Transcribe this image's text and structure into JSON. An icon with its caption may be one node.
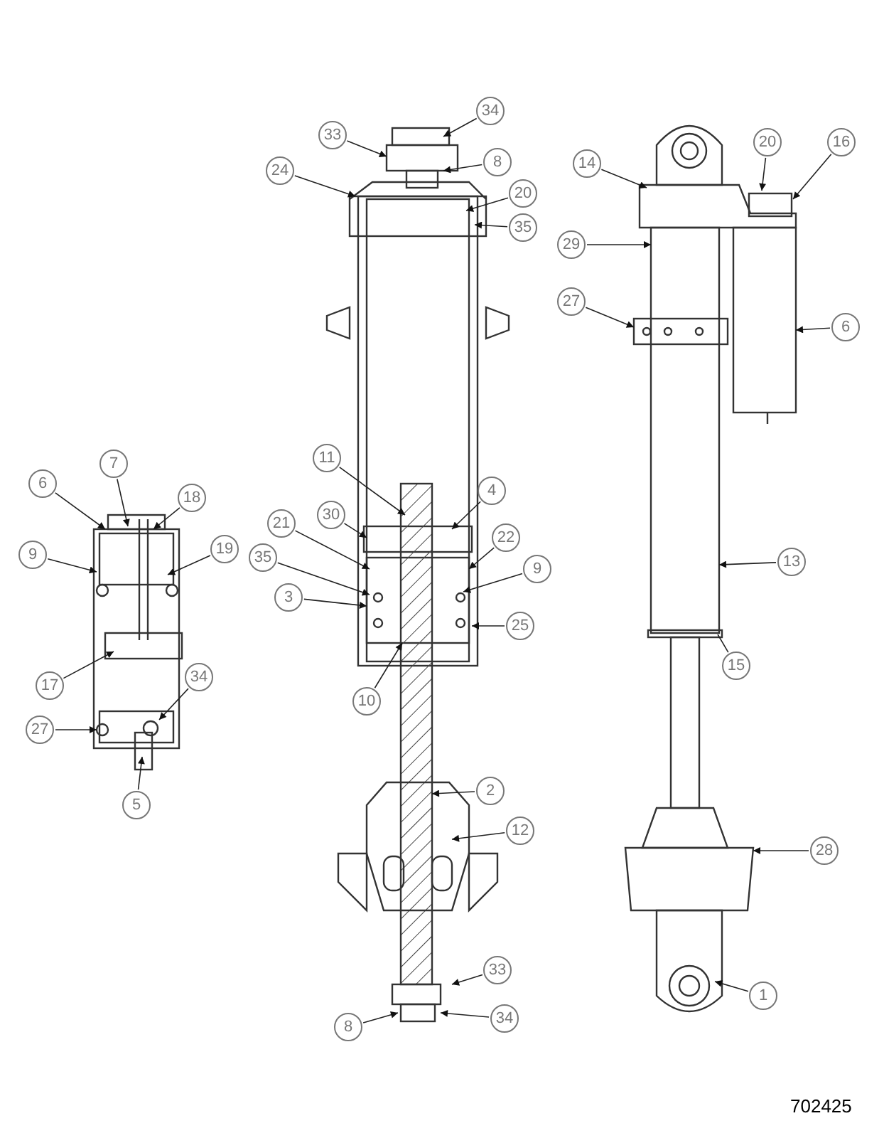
{
  "diagram": {
    "nodes": [
      {
        "text": [
          "33"
        ]
      },
      {
        "text": [
          "34"
        ]
      },
      {
        "text": [
          "24"
        ]
      },
      {
        "text": [
          "8"
        ]
      },
      {
        "text": [
          "20"
        ]
      },
      {
        "text": [
          "35"
        ]
      },
      {
        "text": [
          "14"
        ]
      },
      {
        "text": [
          "20"
        ]
      },
      {
        "text": [
          "16"
        ]
      },
      {
        "text": [
          "29"
        ]
      },
      {
        "text": [
          "27"
        ]
      },
      {
        "text": [
          "6"
        ]
      },
      {
        "text": [
          "6"
        ]
      },
      {
        "text": [
          "7"
        ]
      },
      {
        "text": [
          "18"
        ]
      },
      {
        "text": [
          "9"
        ]
      },
      {
        "text": [
          "19"
        ]
      },
      {
        "text": [
          "11"
        ]
      },
      {
        "text": [
          "4"
        ]
      },
      {
        "text": [
          "30"
        ]
      },
      {
        "text": [
          "21"
        ]
      },
      {
        "text": [
          "22"
        ]
      },
      {
        "text": [
          "35"
        ]
      },
      {
        "text": [
          "3"
        ]
      },
      {
        "text": [
          "9"
        ]
      },
      {
        "text": [
          "25"
        ]
      },
      {
        "text": [
          "13"
        ]
      },
      {
        "text": [
          "15"
        ]
      },
      {
        "text": [
          "17"
        ]
      },
      {
        "text": [
          "34"
        ]
      },
      {
        "text": [
          "10"
        ]
      },
      {
        "text": [
          "27"
        ]
      },
      {
        "text": [
          "5"
        ]
      },
      {
        "text": [
          "2"
        ]
      },
      {
        "text": [
          "12"
        ]
      },
      {
        "text": [
          "28"
        ]
      },
      {
        "text": [
          "33"
        ]
      },
      {
        "text": [
          "8"
        ]
      },
      {
        "text": [
          "34"
        ]
      },
      {
        "text": [
          "1"
        ]
      }
    ],
    "edges": [
      {
        "from": 0,
        "to": null,
        "arrow": "to"
      },
      {
        "from": 1,
        "to": null,
        "arrow": "to"
      },
      {
        "from": 2,
        "to": null,
        "arrow": "to"
      },
      {
        "from": 3,
        "to": null,
        "arrow": "to"
      },
      {
        "from": 4,
        "to": null,
        "arrow": "to"
      },
      {
        "from": 5,
        "to": null,
        "arrow": "to"
      },
      {
        "from": 6,
        "to": null,
        "arrow": "to"
      },
      {
        "from": 7,
        "to": null,
        "arrow": "to"
      },
      {
        "from": 8,
        "to": null,
        "arrow": "to"
      },
      {
        "from": 9,
        "to": null,
        "arrow": "to"
      },
      {
        "from": 10,
        "to": null,
        "arrow": "to"
      },
      {
        "from": 11,
        "to": null,
        "arrow": "to"
      },
      {
        "from": 12,
        "to": null,
        "arrow": "to"
      },
      {
        "from": 13,
        "to": null,
        "arrow": "to"
      },
      {
        "from": 14,
        "to": null,
        "arrow": "to"
      },
      {
        "from": 15,
        "to": null,
        "arrow": "to"
      },
      {
        "from": 16,
        "to": null,
        "arrow": "to"
      },
      {
        "from": 17,
        "to": null,
        "arrow": "to"
      },
      {
        "from": 18,
        "to": null,
        "arrow": "to"
      },
      {
        "from": 19,
        "to": null,
        "arrow": "to"
      },
      {
        "from": 20,
        "to": null,
        "arrow": "to"
      },
      {
        "from": 21,
        "to": null,
        "arrow": "to"
      },
      {
        "from": 22,
        "to": null,
        "arrow": "to"
      },
      {
        "from": 23,
        "to": null,
        "arrow": "to"
      },
      {
        "from": 24,
        "to": null,
        "arrow": "to"
      },
      {
        "from": 25,
        "to": null,
        "arrow": "to"
      },
      {
        "from": 26,
        "to": null,
        "arrow": "to"
      },
      {
        "from": 27,
        "to": null,
        "arrow": "none"
      },
      {
        "from": 28,
        "to": null,
        "arrow": "to"
      },
      {
        "from": 29,
        "to": null,
        "arrow": "to"
      },
      {
        "from": 30,
        "to": null,
        "arrow": "to"
      },
      {
        "from": 31,
        "to": null,
        "arrow": "to"
      },
      {
        "from": 32,
        "to": null,
        "arrow": "to"
      },
      {
        "from": 33,
        "to": null,
        "arrow": "to"
      },
      {
        "from": 34,
        "to": null,
        "arrow": "to"
      },
      {
        "from": 35,
        "to": null,
        "arrow": "to"
      },
      {
        "from": 36,
        "to": null,
        "arrow": "to"
      },
      {
        "from": 37,
        "to": null,
        "arrow": "to"
      },
      {
        "from": 38,
        "to": null,
        "arrow": "to"
      },
      {
        "from": 39,
        "to": null,
        "arrow": "to"
      }
    ],
    "labels": [
      "702425"
    ]
  }
}
